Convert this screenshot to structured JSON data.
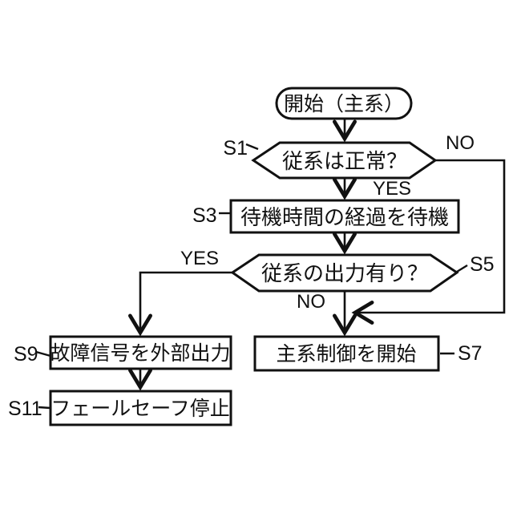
{
  "figure": {
    "background": "#ffffff",
    "ink": "#111111",
    "type": "flowchart"
  },
  "nodes": {
    "start": {
      "type": "terminal",
      "label": "開始（主系）"
    },
    "s1": {
      "type": "decision",
      "step": "S1",
      "label": "従系は正常？"
    },
    "s3": {
      "type": "process",
      "step": "S3",
      "label": "待機時間の経過を待機"
    },
    "s5": {
      "type": "decision",
      "step": "S5",
      "label": "従系の出力有り？"
    },
    "s7": {
      "type": "process",
      "step": "S7",
      "label": "主系制御を開始"
    },
    "s9": {
      "type": "process",
      "step": "S9",
      "label": "故障信号を外部出力"
    },
    "s11": {
      "type": "process",
      "step": "S11",
      "label": "フェールセーフ停止"
    }
  },
  "branches": {
    "s1_no": {
      "label": "NO"
    },
    "s1_yes": {
      "label": "YES"
    },
    "s5_yes": {
      "label": "YES"
    },
    "s5_no": {
      "label": "NO"
    }
  }
}
